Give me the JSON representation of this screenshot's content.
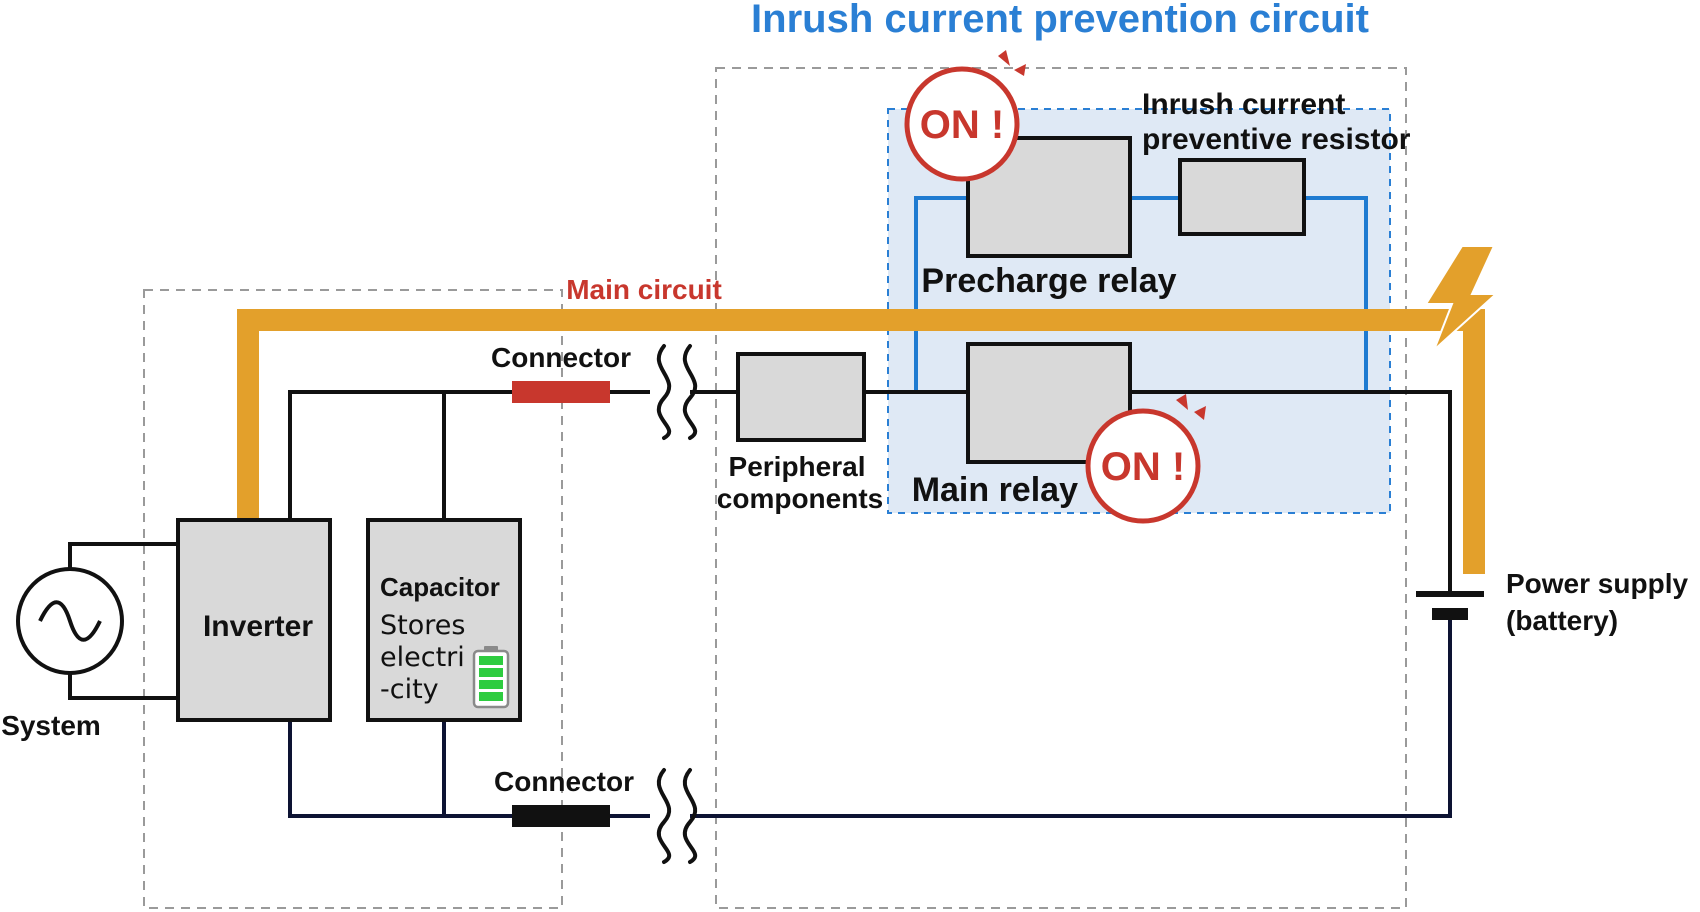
{
  "title": "Inrush current prevention circuit",
  "main_circuit": "Main circuit",
  "labels": {
    "connector_top": "Connector",
    "connector_bottom": "Connector",
    "peripheral_1": "Peripheral",
    "peripheral_2": "components",
    "precharge_relay": "Precharge relay",
    "main_relay": "Main relay",
    "resistor_1": "Inrush current",
    "resistor_2": "preventive resistor",
    "inverter": "Inverter",
    "capacitor": "Capacitor",
    "capacitor_desc_1": "Stores",
    "capacitor_desc_2": "electri",
    "capacitor_desc_3": "-city",
    "system": "System",
    "power_supply_1": "Power supply",
    "power_supply_2": "(battery)",
    "on_badge_top": "ON !",
    "on_badge_bottom": "ON !"
  },
  "colors": {
    "title_blue": "#2a7fd4",
    "main_orange": "#e3a02b",
    "alert_red": "#c8372d",
    "wire_black": "#111111",
    "wire_navy": "#0d1333",
    "relay_blue": "#1f7bd1",
    "panel_blue": "#dfe9f5",
    "component_gray": "#d9d9d9",
    "battery_green": "#2ecc40"
  },
  "icons": [
    "ac-source-icon",
    "lightning-bolt-icon",
    "battery-charge-icon",
    "alert-badge-icon",
    "wavy-break-icon"
  ]
}
